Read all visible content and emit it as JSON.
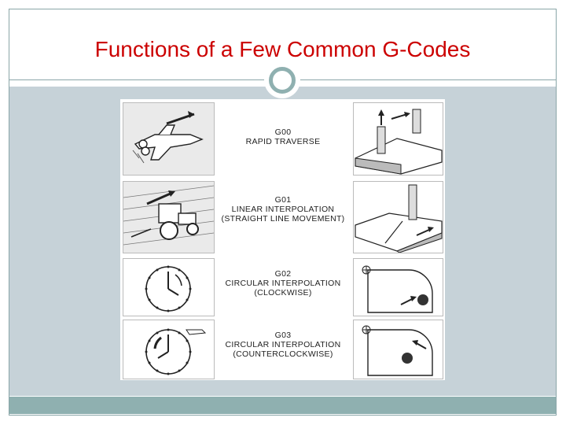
{
  "slide": {
    "title": "Functions of a Few Common G-Codes"
  },
  "table": {
    "rows": [
      {
        "code": "G00",
        "lines": [
          "RAPID TRAVERSE"
        ],
        "left_icon": "space-shuttle-icon",
        "right_icon": "end-mill-rapid-icon"
      },
      {
        "code": "G01",
        "lines": [
          "LINEAR INTERPOLATION",
          "(STRAIGHT LINE MOVEMENT)"
        ],
        "left_icon": "tractor-plowing-icon",
        "right_icon": "end-mill-linear-icon"
      },
      {
        "code": "G02",
        "lines": [
          "CIRCULAR INTERPOLATION",
          "(CLOCKWISE)"
        ],
        "left_icon": "clock-clockwise-icon",
        "right_icon": "cutter-clockwise-arc-icon"
      },
      {
        "code": "G03",
        "lines": [
          "CIRCULAR INTERPOLATION",
          "(COUNTERCLOCKWISE)"
        ],
        "left_icon": "clock-counterclockwise-icon",
        "right_icon": "cutter-counterclockwise-arc-icon"
      }
    ]
  },
  "colors": {
    "title": "#cc0000",
    "accent": "#8fb0b0",
    "content_bg": "#c6d2d8"
  }
}
